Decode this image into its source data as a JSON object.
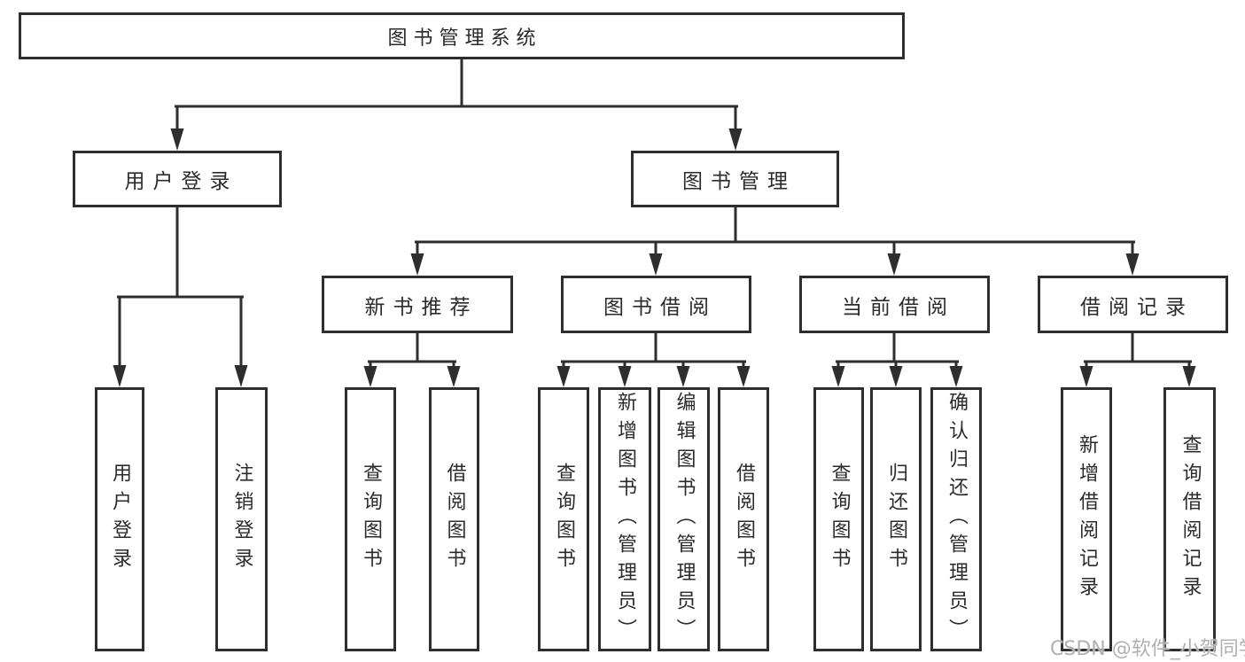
{
  "diagram": {
    "root": {
      "label": "图书管理系统"
    },
    "branches": [
      {
        "label": "用户登录",
        "children": [
          {
            "label": "用户登录"
          },
          {
            "label": "注销登录"
          }
        ]
      },
      {
        "label": "图书管理",
        "children": [
          {
            "label": "新书推荐",
            "children": [
              {
                "label": "查询图书"
              },
              {
                "label": "借阅图书"
              }
            ]
          },
          {
            "label": "图书借阅",
            "children": [
              {
                "label": "查询图书"
              },
              {
                "label": "新增图书（管理员）"
              },
              {
                "label": "编辑图书（管理员）"
              },
              {
                "label": "借阅图书"
              }
            ]
          },
          {
            "label": "当前借阅",
            "children": [
              {
                "label": "查询图书"
              },
              {
                "label": "归还图书"
              },
              {
                "label": "确认归还（管理员）"
              }
            ]
          },
          {
            "label": "借阅记录",
            "children": [
              {
                "label": "新增借阅记录"
              },
              {
                "label": "查询借阅记录"
              }
            ]
          }
        ]
      }
    ],
    "colors": {
      "line": "#2e2e2e",
      "box_border": "#2e2e2e",
      "text": "#2b2b2b",
      "background": "#ffffff",
      "watermark": "#b0b0b0"
    }
  },
  "watermark": {
    "text": "CSDN @软件_小贺同学"
  }
}
